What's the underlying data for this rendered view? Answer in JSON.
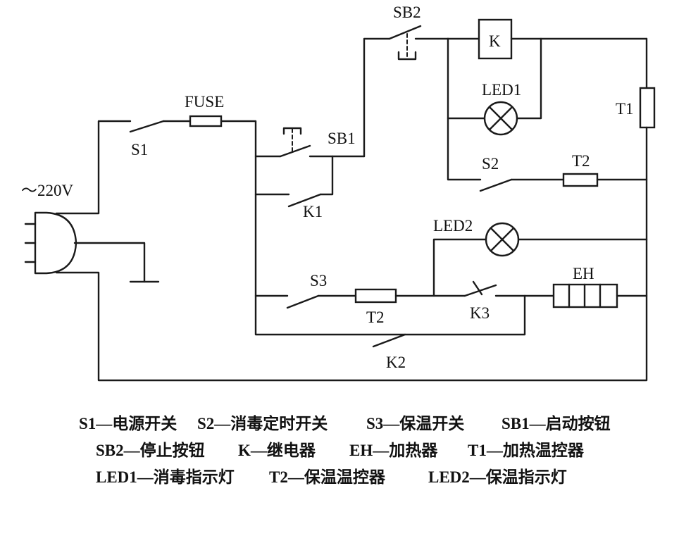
{
  "labels": {
    "sb2": "SB2",
    "k": "K",
    "led1": "LED1",
    "t1": "T1",
    "fuse": "FUSE",
    "s1": "S1",
    "sb1": "SB1",
    "supply": "～220V",
    "s2": "S2",
    "t2_upper": "T2",
    "k1": "K1",
    "led2": "LED2",
    "s3": "S3",
    "eh": "EH",
    "t2_lower": "T2",
    "k3": "K3",
    "k2": "K2"
  },
  "legend": {
    "row1": [
      "S1—电源开关",
      "S2—消毒定时开关",
      "S3—保温开关",
      "SB1—启动按钮"
    ],
    "row2": [
      "SB2—停止按钮",
      "K—继电器",
      "EH—加热器",
      "T1—加热温控器"
    ],
    "row3": [
      "LED1—消毒指示灯",
      "T2—保温温控器",
      "LED2—保温指示灯"
    ]
  }
}
